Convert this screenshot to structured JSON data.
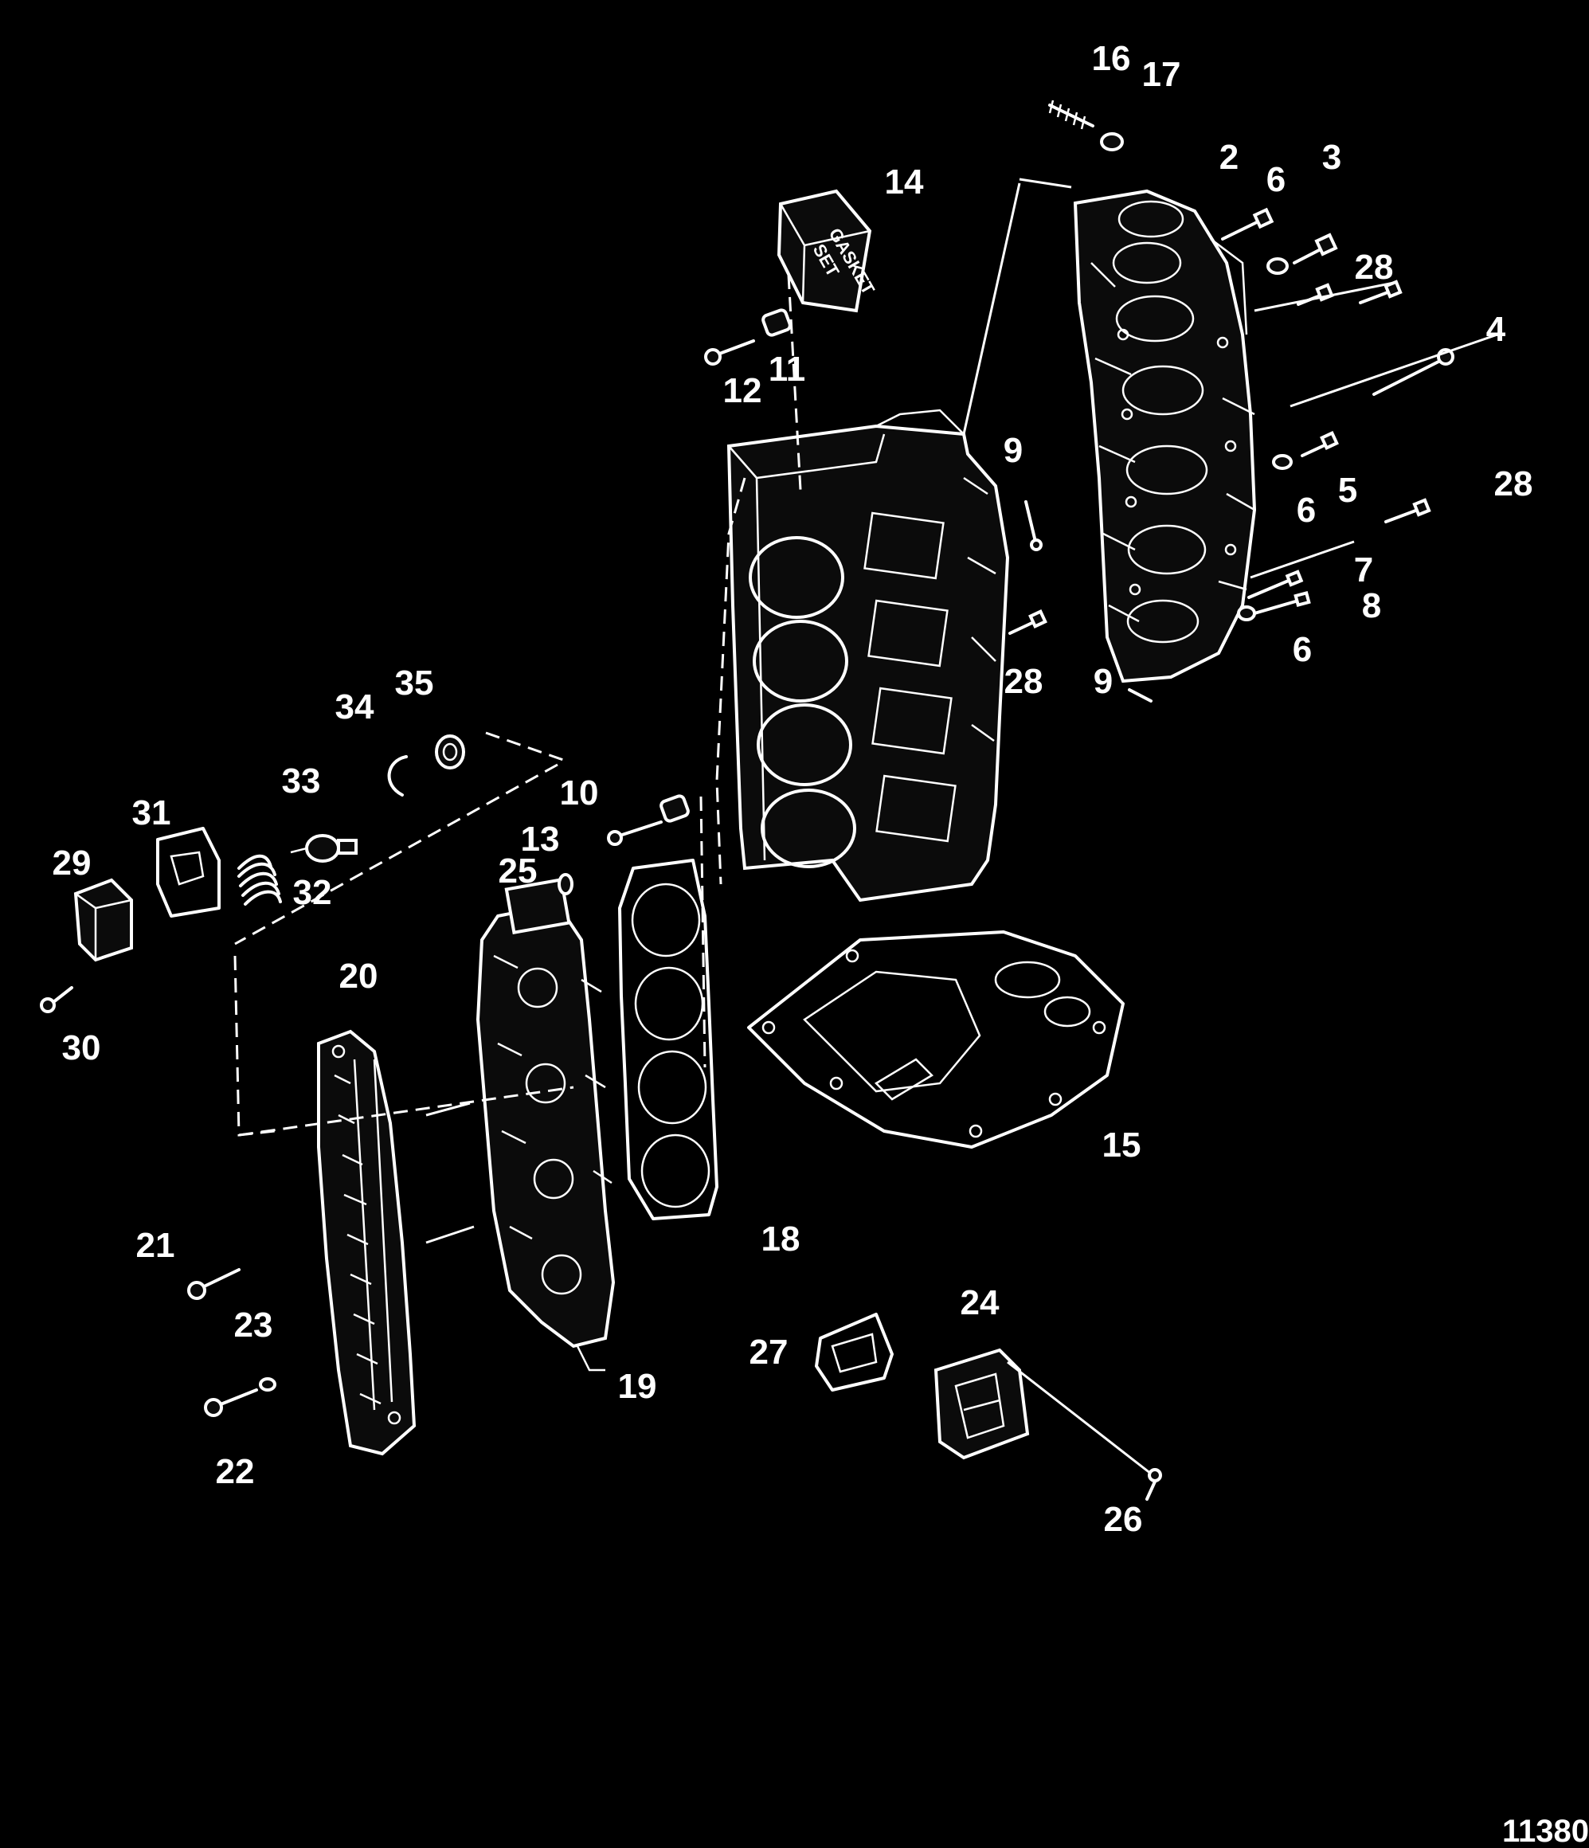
{
  "drawing_number": "11380",
  "gasket_set_label": [
    "GASKET",
    "SET"
  ],
  "callouts": {
    "c2": "2",
    "c3": "3",
    "c4": "4",
    "c5": "5",
    "c6a": "6",
    "c6b": "6",
    "c6c": "6",
    "c7": "7",
    "c8": "8",
    "c9a": "9",
    "c9b": "9",
    "c10": "10",
    "c11": "11",
    "c12": "12",
    "c13": "13",
    "c14": "14",
    "c15": "15",
    "c16": "16",
    "c17": "17",
    "c18": "18",
    "c19": "19",
    "c20": "20",
    "c21": "21",
    "c22": "22",
    "c23": "23",
    "c24": "24",
    "c25": "25",
    "c26": "26",
    "c27": "27",
    "c28a": "28",
    "c28b": "28",
    "c28c": "28",
    "c29": "29",
    "c30": "30",
    "c31": "31",
    "c32": "32",
    "c33": "33",
    "c34": "34",
    "c35": "35"
  }
}
